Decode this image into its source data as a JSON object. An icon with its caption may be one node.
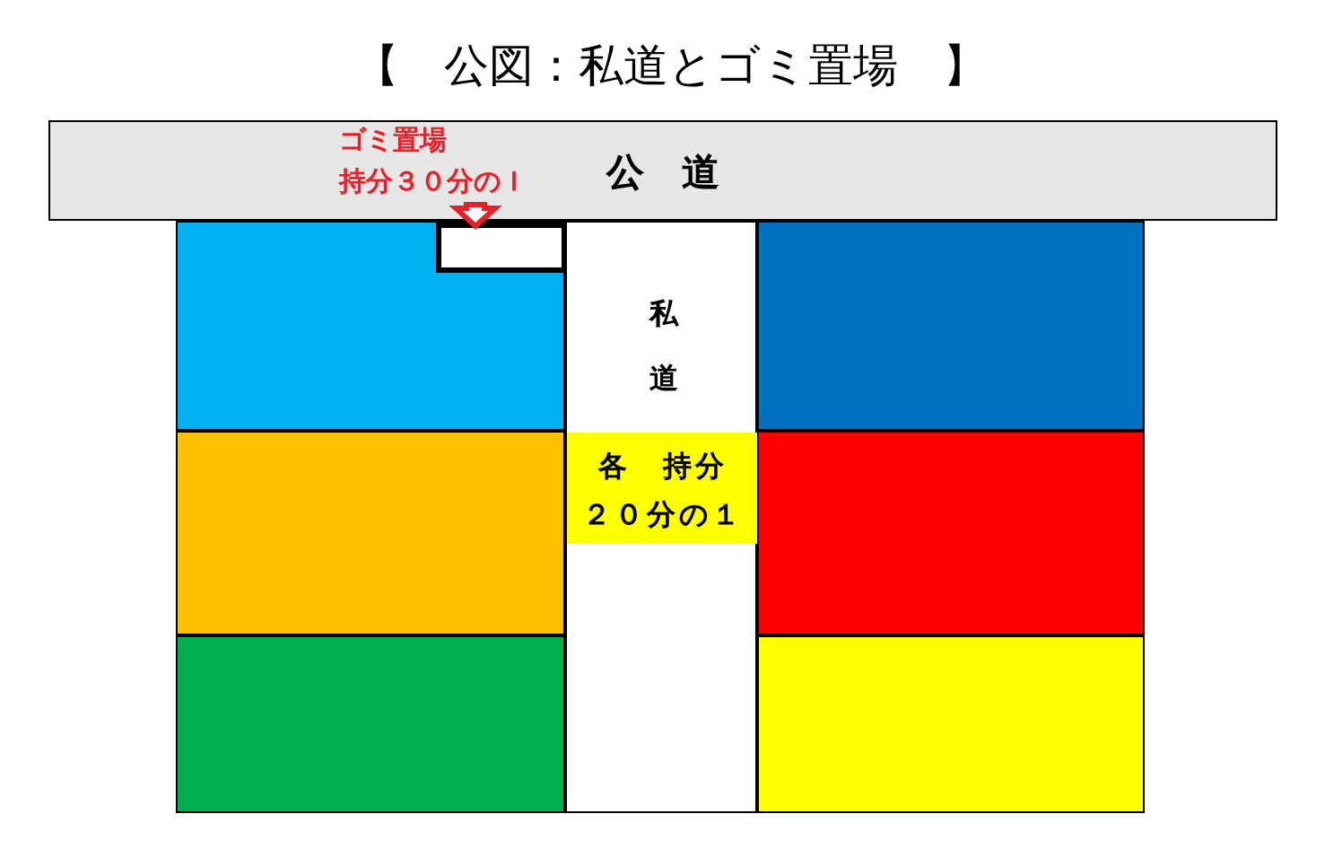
{
  "diagram": {
    "title": "【　公図：私道とゴミ置場　】",
    "nodes": [
      {
        "text": [
          "公　道"
        ]
      },
      {
        "text": [
          "ゴミ置場",
          "持分３０分のＩ"
        ],
        "in": 0
      },
      {
        "text": [],
        "shape": "box"
      },
      {
        "text": [],
        "shape": "box",
        "in": 2
      },
      {
        "text": [
          "私道"
        ]
      },
      {
        "text": [
          "各　持分２０分の１"
        ],
        "in": 4
      },
      {
        "text": [],
        "shape": "box"
      },
      {
        "text": [],
        "shape": "box"
      },
      {
        "text": [],
        "shape": "box"
      },
      {
        "text": [],
        "shape": "box"
      },
      {
        "text": [],
        "shape": "box"
      }
    ],
    "edges": [
      {
        "from": 1,
        "to": 3,
        "arrow": "to"
      }
    ]
  }
}
